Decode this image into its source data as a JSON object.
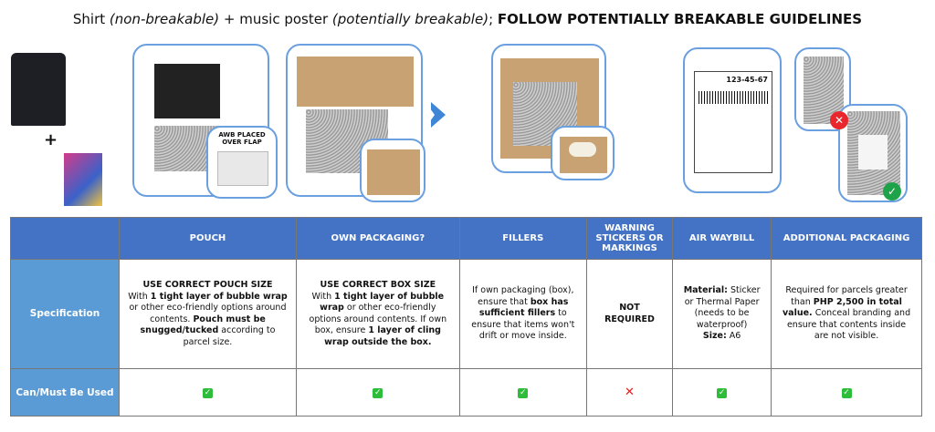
{
  "title": {
    "part1": "Shirt ",
    "part2": "(non-breakable)",
    "part3": " + music poster ",
    "part4": "(potentially breakable)",
    "part5": "; ",
    "part6": "FOLLOW POTENTIALLY BREAKABLE GUIDELINES"
  },
  "images": {
    "awb_callout": "AWB PLACED OVER FLAP",
    "awb_number": "123-45-67",
    "colors": {
      "border": "#6a9fe0",
      "arrow": "#3f86d6",
      "wrong": "#e8262b",
      "right": "#1fa34a"
    }
  },
  "table": {
    "colors": {
      "header": "#4472c4",
      "label": "#5b9bd5"
    },
    "headers": [
      "",
      "POUCH",
      "OWN PACKAGING?",
      "FILLERS",
      "WARNING STICKERS OR MARKINGS",
      "AIR WAYBILL",
      "ADDITIONAL PACKAGING"
    ],
    "rows": [
      {
        "label": "Specification",
        "cells": [
          [
            {
              "t": "USE CORRECT POUCH SIZE",
              "b": true,
              "br": true
            },
            {
              "t": "With "
            },
            {
              "t": "1 tight layer of bubble wrap",
              "b": true
            },
            {
              "t": " or other eco-friendly options around contents. "
            },
            {
              "t": "Pouch must be snugged/tucked",
              "b": true
            },
            {
              "t": " according to parcel size."
            }
          ],
          [
            {
              "t": "USE CORRECT BOX SIZE",
              "b": true,
              "br": true
            },
            {
              "t": "With "
            },
            {
              "t": "1 tight layer of bubble wrap",
              "b": true
            },
            {
              "t": " or other eco-friendly options around contents. If own box, ensure "
            },
            {
              "t": "1 layer of cling wrap outside the box.",
              "b": true
            }
          ],
          [
            {
              "t": "If own packaging (box), ensure that "
            },
            {
              "t": "box has sufficient fillers",
              "b": true
            },
            {
              "t": " to ensure that items won't drift or move inside."
            }
          ],
          [
            {
              "t": "NOT REQUIRED",
              "b": true
            }
          ],
          [
            {
              "t": "Material:",
              "b": true
            },
            {
              "t": " Sticker or Thermal Paper (needs to be waterproof)",
              "br": true
            },
            {
              "t": "Size:",
              "b": true
            },
            {
              "t": " A6"
            }
          ],
          [
            {
              "t": "Required for parcels greater than "
            },
            {
              "t": "PHP 2,500 in total value.",
              "b": true
            },
            {
              "t": " Conceal branding and ensure that contents inside are not visible."
            }
          ]
        ]
      },
      {
        "label": "Can/Must Be Used",
        "marks": [
          "check",
          "check",
          "check",
          "cross",
          "check",
          "check"
        ]
      }
    ]
  }
}
